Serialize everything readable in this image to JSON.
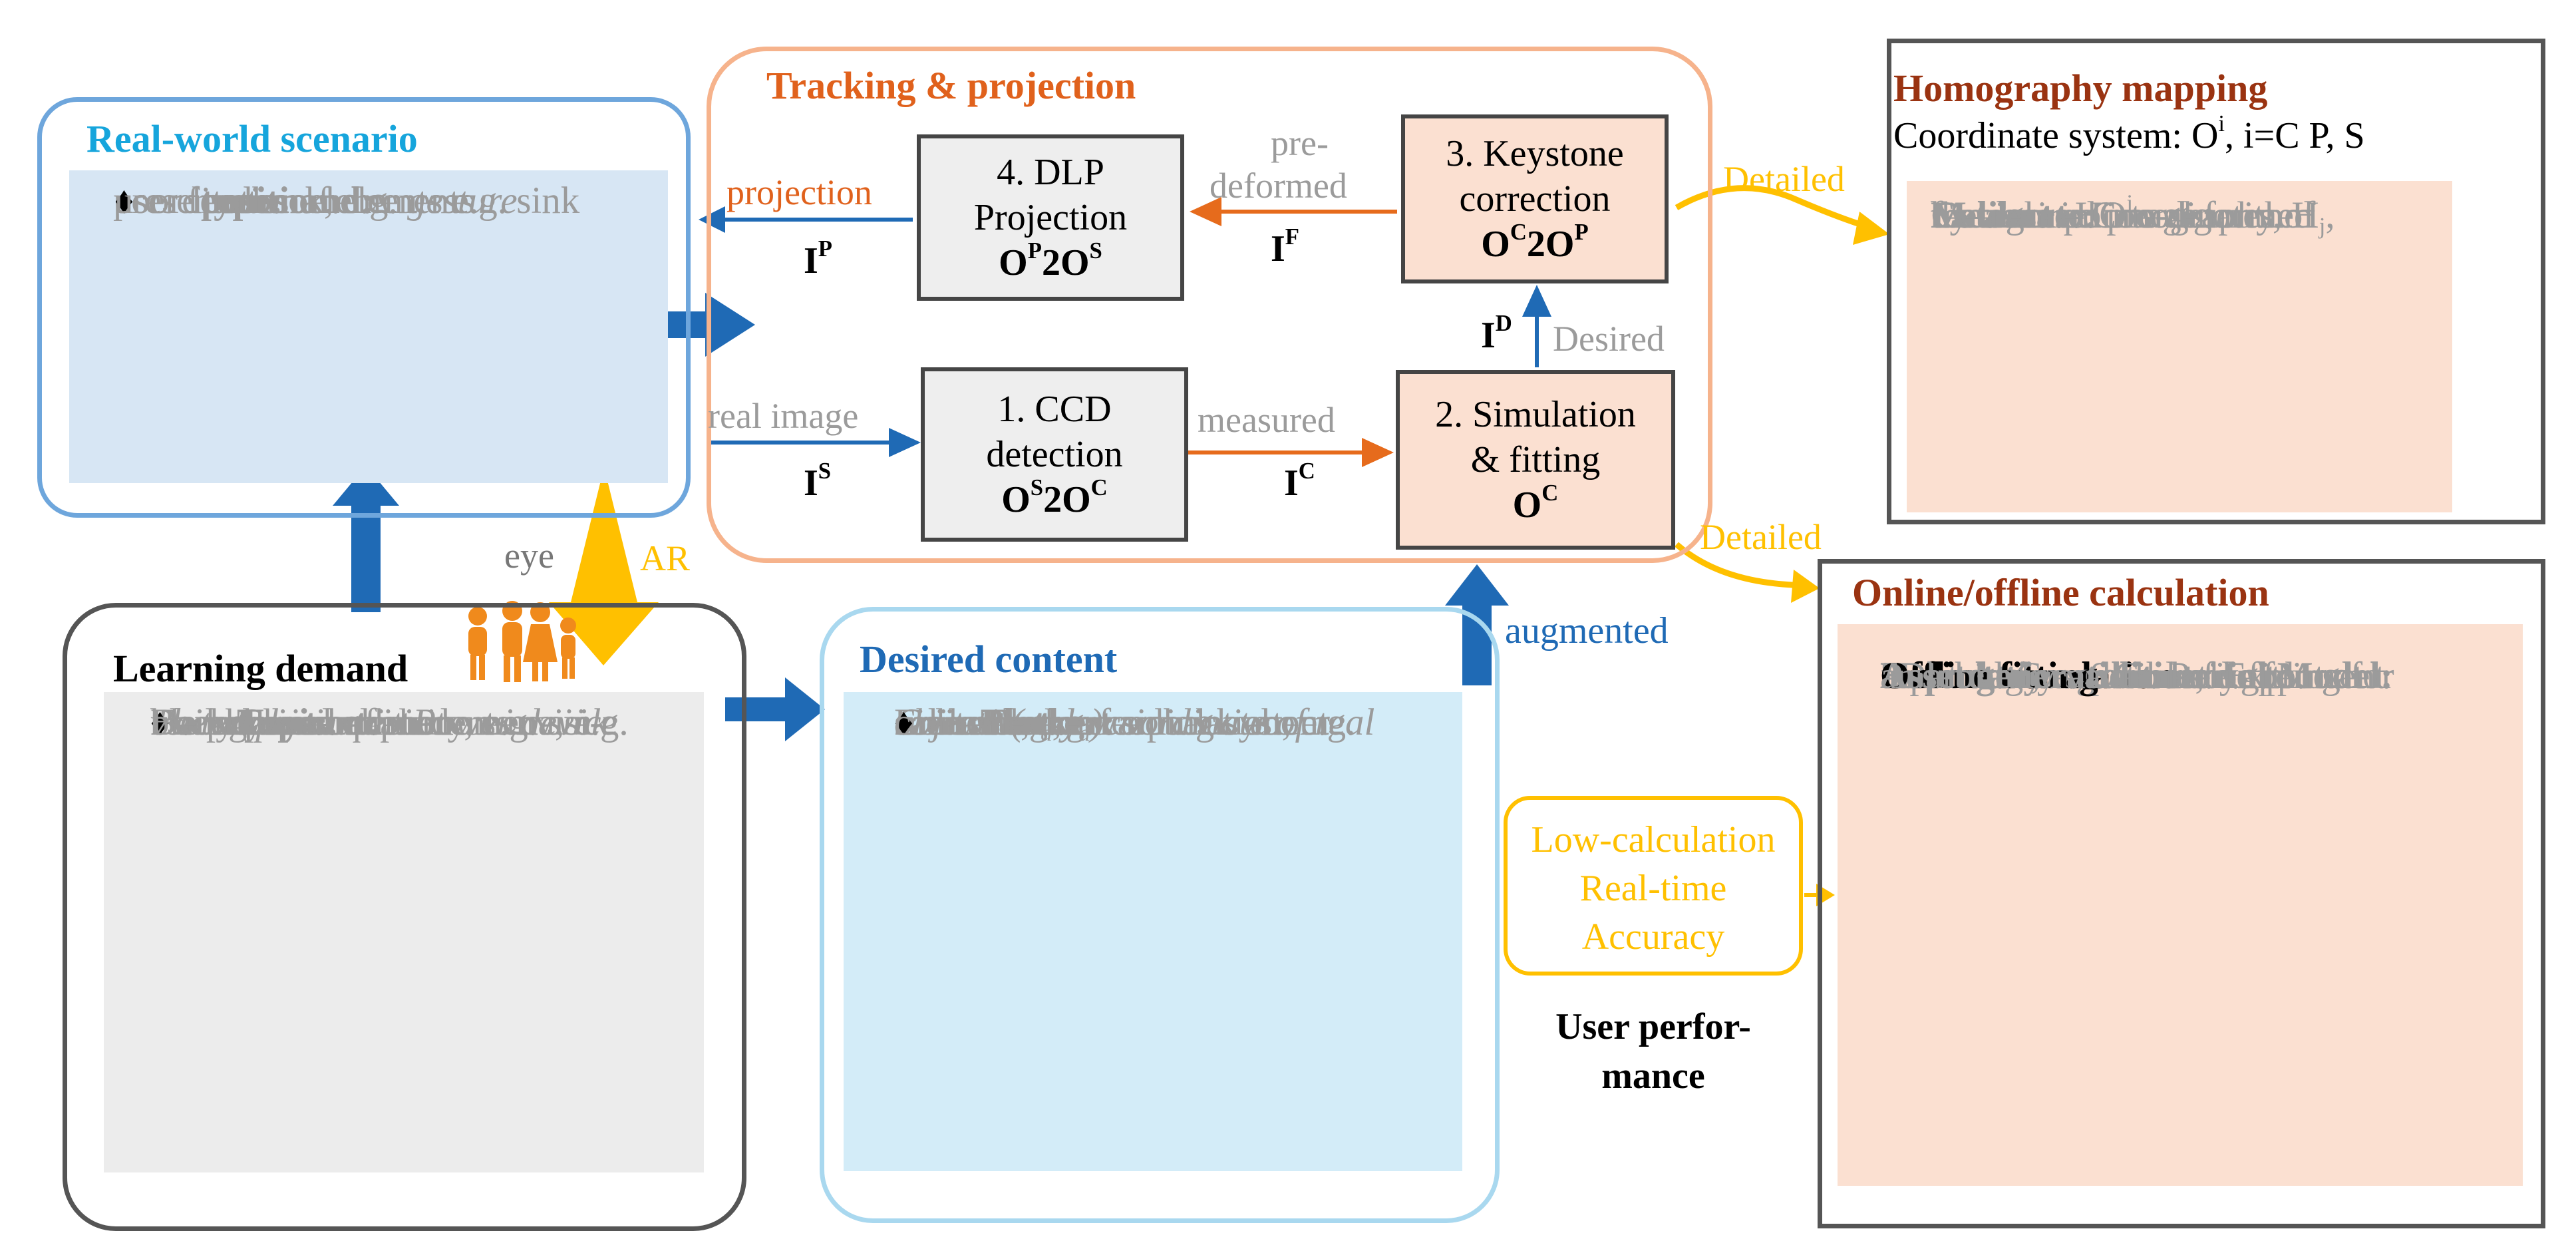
{
  "colors": {
    "blue_panel_border": "#6ea6dc",
    "light_blue_panel_border": "#a9d8ef",
    "orange_border": "#f6b38c",
    "dark_border": "#555555",
    "blue_fill": "#d7e6f4",
    "light_blue_fill": "#d3ecf8",
    "gray_fill": "#ececec",
    "peach_fill": "#fbe0d1",
    "node_gray_fill": "#eeeeee",
    "blue_arrow": "#1f6ab5",
    "orange_arrow": "#e66b1c",
    "yellow_arrow": "#ffc000",
    "cyan_title": "#16a5dc",
    "orange_title": "#e0611c",
    "brown_title": "#9a3311",
    "dark_blue_title": "#1f6ab5"
  },
  "real_world": {
    "title": "Real-world scenario",
    "items": [
      {
        "label": "type:",
        "text": "presentation elements e.g. sink"
      },
      {
        "label": "position:",
        "text": "coordinates of elements"
      },
      {
        "label": "command:",
        "text": "user feedback, e.g. ",
        "text_italic": "gesture"
      }
    ]
  },
  "tracking": {
    "title": "Tracking & projection",
    "nodes": {
      "dlp": {
        "line1": "4. DLP",
        "line2": "Projection",
        "sym": "O",
        "sup1": "P",
        "mid": "2O",
        "sup2": "S"
      },
      "keystone": {
        "line1": "3. Keystone",
        "line2": "correction",
        "sym": "O",
        "sup1": "C",
        "mid": "2O",
        "sup2": "P"
      },
      "ccd": {
        "line1": "1. CCD",
        "line2": "detection",
        "sym": "O",
        "sup1": "S",
        "mid": "2O",
        "sup2": "C"
      },
      "simulation": {
        "line1": "2. Simulation",
        "line2": "& fitting",
        "sym": "O",
        "sup1": "C"
      }
    },
    "labels": {
      "projection": "projection",
      "pre_deformed_1": "pre-",
      "pre_deformed_2": "deformed",
      "real_image": "real image",
      "measured": "measured",
      "desired": "Desired",
      "ip": "I",
      "ip_sup": "P",
      "if": "I",
      "if_sup": "F",
      "is": "I",
      "is_sup": "S",
      "ic": "I",
      "ic_sup": "C",
      "id": "I",
      "id_sup": "D"
    }
  },
  "homography": {
    "title": "Homography mapping",
    "subtitle_pre": "Coordinate system: O",
    "subtitle_sup": "i",
    "subtitle_post": ", i=C P, S",
    "measure_label": "Measure",
    "measure_text": ": Coordinates of",
    "measure_line2_pre": "features in O",
    "measure_line2_sup": "i",
    "extract_label": "Extract:",
    "extract_text": " Homography, H",
    "extract_sub": "j",
    "extract_comma": ",",
    "extract_line2": "by eight points algorithm",
    "calibrate_label": "Calibrate:",
    "calibrate_text": " pre-deformed",
    "calibrate_line2": "the desired image"
  },
  "detailed_top": "Detailed",
  "detailed_bottom": "Detailed",
  "online_offline": {
    "title": "Online/offline calculation",
    "offline_heading": "Offline simulation",
    "boundary_label": "Boundary condition",
    "boundary_text": ": External",
    "boundary_line2": "input at given values, e.g. current",
    "geo_label": "Geometric and material Model:",
    "geo_line2": "3D model, e.g. Comsol app.",
    "calc_label": "Calculation:",
    "calc_text": " Simulation plots",
    "export_label": "Export:",
    "export_text": " Compatible file format",
    "online_heading": "Online fitting",
    "asset_label": "Asset generation",
    "asset_text": ": Poly fitting for",
    "asset_line2": "an arbitrary value"
  },
  "learning": {
    "title": "Learning demand",
    "items": [
      {
        "label": "User:",
        "lines": [
          "Background of students"
        ],
        "italic_lines": []
      },
      {
        "label": "Topic:",
        "lines": [
          "Daily physical phenomena, e.g."
        ],
        "italic_lines": [
          "Thermal issue in Power device"
        ]
      },
      {
        "label": "Content:",
        "lines": [
          "Boundary condition vs invisi-",
          "ble physical quantity, e.g. "
        ],
        "italic_inline": "sink",
        "italic_lines": [
          "vs. temperature"
        ]
      }
    ]
  },
  "desired": {
    "title": "Desired content",
    "plot_label": "Plot:",
    "plot_line1": "Finite element simulation, e.g.",
    "plot_line2": "Comsol code",
    "text_label": "Text:",
    "text_line1": "Indicating or feedback about",
    "text_line2_pre": "scenario, e.g. ",
    "text_line2_it": "coordinate of real",
    "text_line3_it": "objects (x",
    "text_line3_sub1": "d",
    "text_line3_mid": ",y",
    "text_line3_sub2": "d",
    "text_line3_end": ")",
    "marker_label": "marker:",
    "marker_line1": "calibrate the warping system"
  },
  "performance": {
    "line1": "Low-calculation",
    "line2": "Real-time",
    "line3": "Accuracy",
    "user_line1": "User perfor-",
    "user_line2": "mance"
  },
  "eye": "eye",
  "ar": "AR",
  "augmented": "augmented",
  "bullet": "♦"
}
